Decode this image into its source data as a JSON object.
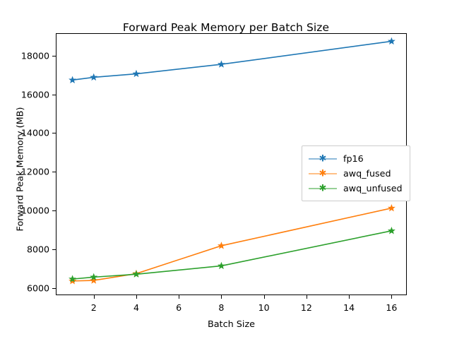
{
  "chart_data": {
    "type": "line",
    "title": "Forward Peak Memory per Batch Size",
    "xlabel": "Batch Size",
    "ylabel": "Forward Peak Memory (MB)",
    "x": [
      1,
      2,
      4,
      8,
      16
    ],
    "xlim": [
      0.25,
      16.75
    ],
    "ylim": [
      5600,
      19120
    ],
    "xticks": [
      2,
      4,
      6,
      8,
      10,
      12,
      14,
      16
    ],
    "xticklabels": [
      "2",
      "4",
      "6",
      "8",
      "10",
      "12",
      "14",
      "16"
    ],
    "yticks": [
      6000,
      8000,
      10000,
      12000,
      14000,
      16000,
      18000
    ],
    "yticklabels": [
      "6000",
      "8000",
      "10000",
      "12000",
      "14000",
      "16000",
      "18000"
    ],
    "grid": false,
    "legend_position": "center right",
    "marker": "star",
    "series": [
      {
        "name": "fp16",
        "color": "#1f77b4",
        "values": [
          16740,
          16880,
          17060,
          17550,
          18740
        ]
      },
      {
        "name": "awq_fused",
        "color": "#ff7f0e",
        "values": [
          6370,
          6400,
          6750,
          8190,
          10130
        ]
      },
      {
        "name": "awq_unfused",
        "color": "#2ca02c",
        "values": [
          6470,
          6570,
          6720,
          7150,
          8960
        ]
      }
    ]
  },
  "legend": {
    "entries": [
      {
        "label": "fp16"
      },
      {
        "label": "awq_fused"
      },
      {
        "label": "awq_unfused"
      }
    ]
  }
}
